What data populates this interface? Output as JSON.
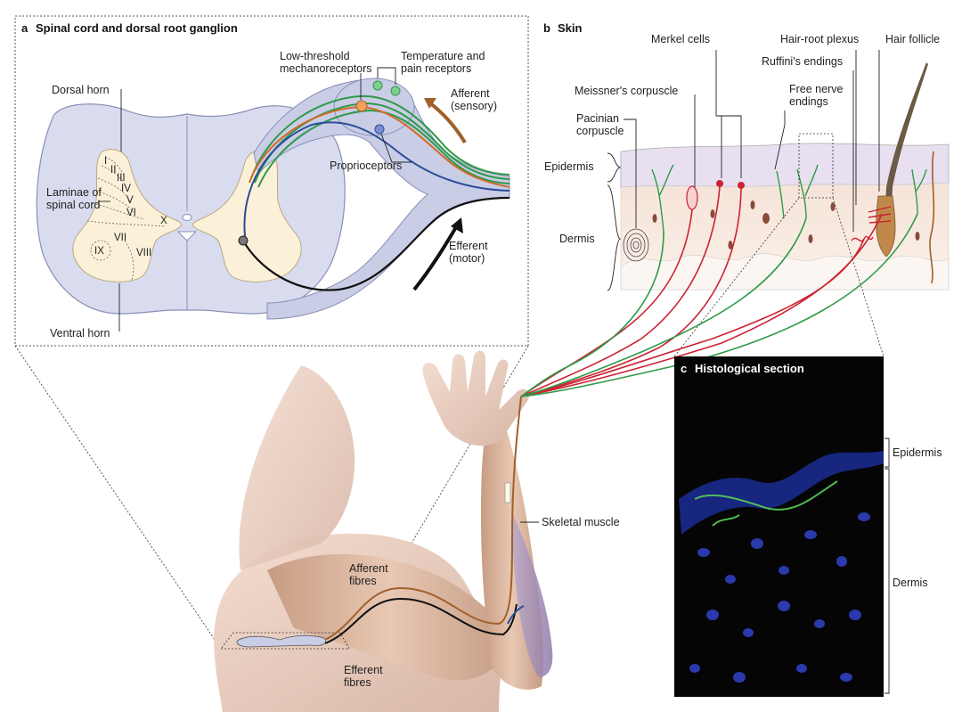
{
  "panel_a": {
    "letter": "a",
    "title": "Spinal cord and dorsal root ganglion",
    "labels": {
      "dorsal_horn": "Dorsal horn",
      "laminae_line1": "Laminae of",
      "laminae_line2": "spinal cord",
      "ventral_horn": "Ventral horn",
      "low_threshold_line1": "Low-threshold",
      "low_threshold_line2": "mechanoreceptors",
      "temp_pain_line1": "Temperature and",
      "temp_pain_line2": "pain receptors",
      "afferent_line1": "Afferent",
      "afferent_line2": "(sensory)",
      "proprioceptors": "Proprioceptors",
      "efferent_line1": "Efferent",
      "efferent_line2": "(motor)"
    },
    "laminae": [
      "I",
      "II",
      "III",
      "IV",
      "V",
      "VI",
      "VII",
      "VIII",
      "IX",
      "X"
    ]
  },
  "panel_b": {
    "letter": "b",
    "title": "Skin",
    "labels": {
      "merkel": "Merkel cells",
      "hair_root_plexus": "Hair-root plexus",
      "hair_follicle": "Hair follicle",
      "ruffini": "Ruffini's endings",
      "meissner": "Meissner's corpuscle",
      "free_nerve_line1": "Free nerve",
      "free_nerve_line2": "endings",
      "pacinian_line1": "Pacinian",
      "pacinian_line2": "corpuscle",
      "epidermis": "Epidermis",
      "dermis": "Dermis"
    }
  },
  "panel_c": {
    "letter": "c",
    "title": "Histological section",
    "labels": {
      "epidermis": "Epidermis",
      "dermis": "Dermis"
    }
  },
  "body_labels": {
    "skeletal_muscle": "Skeletal muscle",
    "afferent_line1": "Afferent",
    "afferent_line2": "fibres",
    "efferent_line1": "Efferent",
    "efferent_line2": "fibres"
  },
  "colors": {
    "cord_fill": "#d9dcef",
    "grey_matter": "#fbf1d8",
    "afferent_brown": "#a0602a",
    "efferent_black": "#111111",
    "green_fibre": "#2e9a4a",
    "red_fibre": "#cc2233",
    "blue_fibre": "#2a4c9a",
    "histology_bg": "#050505"
  }
}
